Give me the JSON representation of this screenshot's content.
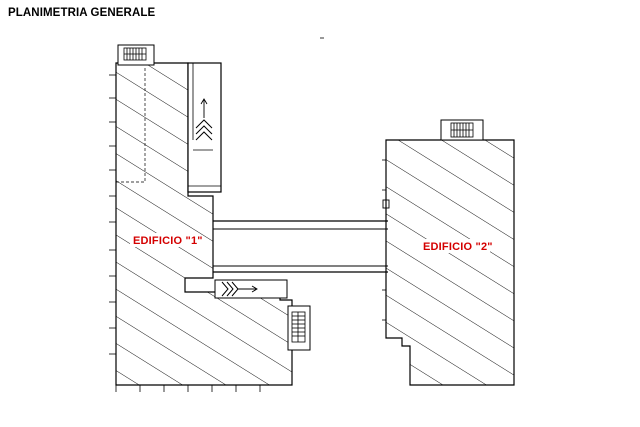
{
  "title": "PLANIMETRIA GENERALE",
  "buildings": [
    {
      "label": "EDIFICIO \"1\""
    },
    {
      "label": "EDIFICIO \"2\""
    }
  ],
  "colors": {
    "line": "#000000",
    "label": "#d40000",
    "background": "#ffffff"
  },
  "icons": [
    "stair-icon",
    "ramp-icon",
    "direction-arrow-icon"
  ]
}
